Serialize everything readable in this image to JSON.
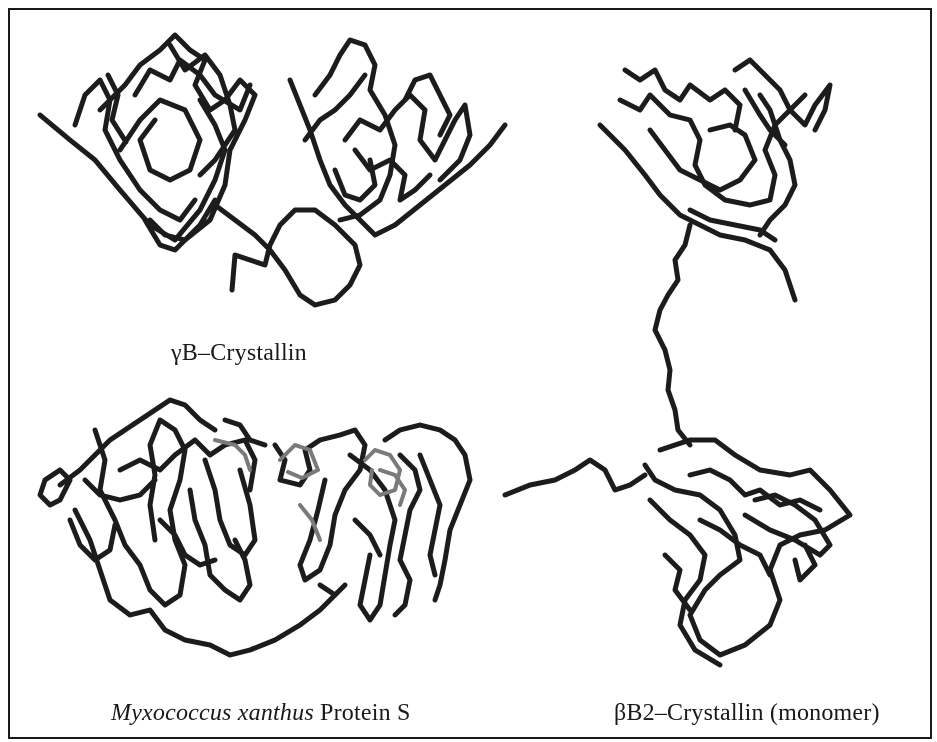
{
  "figure": {
    "ink_color": "#1c1c1c",
    "shade_color": "#7a7a7a",
    "panels": [
      {
        "id": "gamma-b",
        "caption": "γB–Crystallin"
      },
      {
        "id": "protein-s",
        "caption_italic": "Myxococcus xanthus",
        "caption_rest": " Protein S"
      },
      {
        "id": "beta-b2",
        "caption": "βB2–Crystallin (monomer)"
      }
    ]
  }
}
